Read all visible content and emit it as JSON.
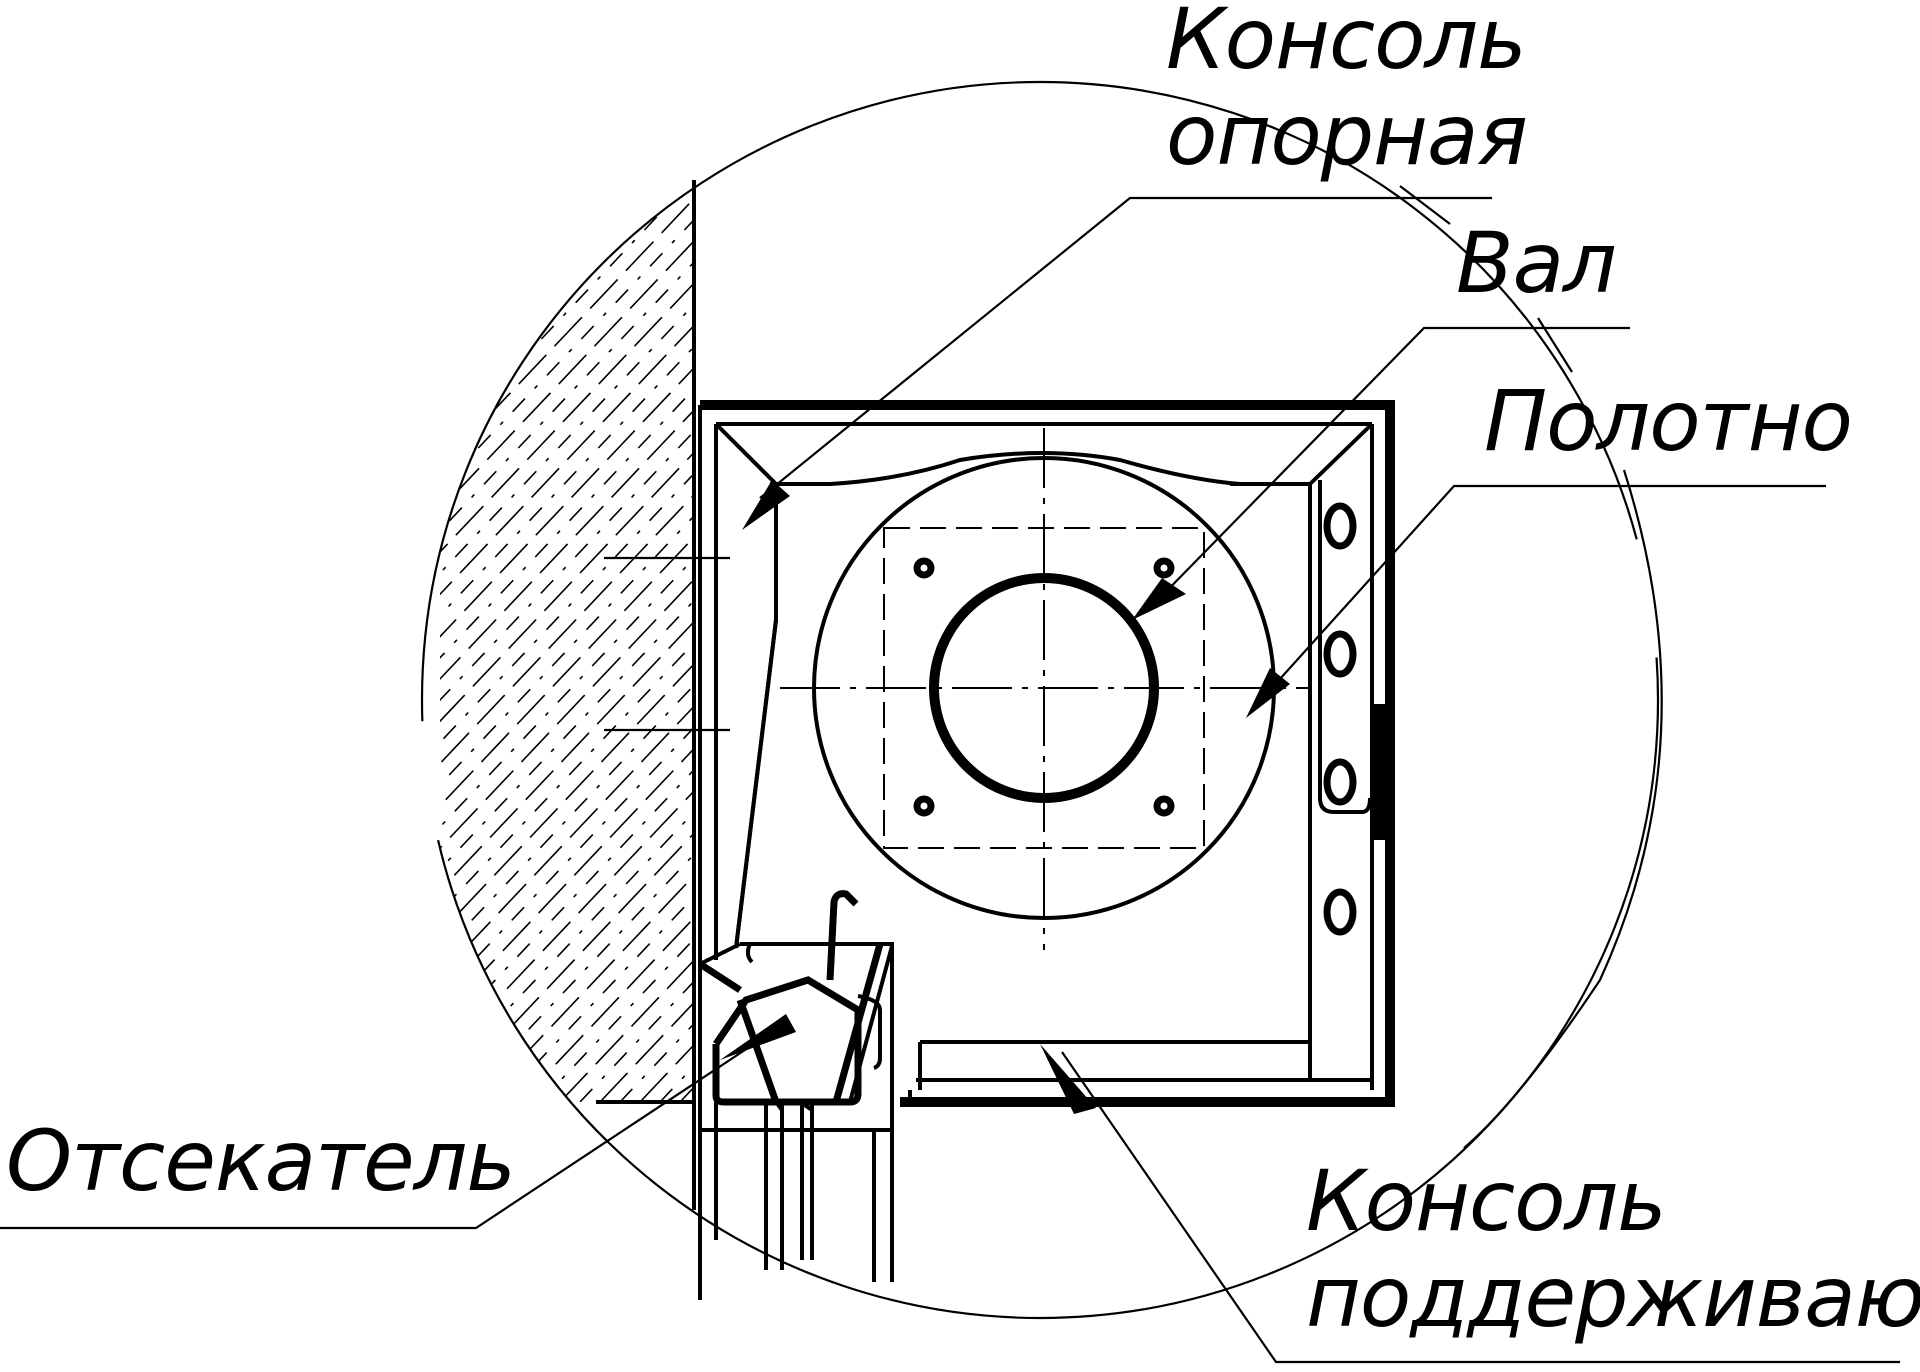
{
  "labels": {
    "console_support_1": "Консоль",
    "console_support_2": "опорная",
    "shaft": "Вал",
    "curtain": "Полотно",
    "cutter": "Отсекатель",
    "console_holding_1": "Консоль",
    "console_holding_2": "поддерживающая"
  }
}
